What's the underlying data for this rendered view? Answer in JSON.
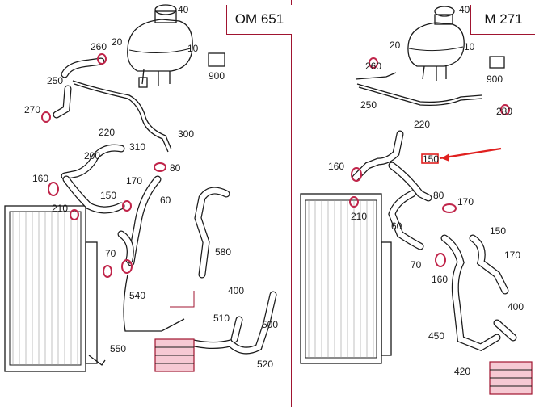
{
  "engines": {
    "left": "OM 651",
    "right": "M 271"
  },
  "left_labels": [
    {
      "id": "40",
      "text": "40"
    },
    {
      "id": "20",
      "text": "20"
    },
    {
      "id": "260",
      "text": "260"
    },
    {
      "id": "10",
      "text": "10"
    },
    {
      "id": "900",
      "text": "900"
    },
    {
      "id": "250",
      "text": "250"
    },
    {
      "id": "270",
      "text": "270"
    },
    {
      "id": "220",
      "text": "220"
    },
    {
      "id": "300",
      "text": "300"
    },
    {
      "id": "310",
      "text": "310"
    },
    {
      "id": "200",
      "text": "200"
    },
    {
      "id": "80",
      "text": "80"
    },
    {
      "id": "160",
      "text": "160"
    },
    {
      "id": "170",
      "text": "170"
    },
    {
      "id": "150",
      "text": "150"
    },
    {
      "id": "60",
      "text": "60"
    },
    {
      "id": "210",
      "text": "210"
    },
    {
      "id": "580",
      "text": "580"
    },
    {
      "id": "70",
      "text": "70"
    },
    {
      "id": "540",
      "text": "540"
    },
    {
      "id": "400",
      "text": "400"
    },
    {
      "id": "510",
      "text": "510"
    },
    {
      "id": "500",
      "text": "500"
    },
    {
      "id": "550",
      "text": "550"
    },
    {
      "id": "520",
      "text": "520"
    }
  ],
  "right_labels": [
    {
      "id": "40",
      "text": "40"
    },
    {
      "id": "20",
      "text": "20"
    },
    {
      "id": "260",
      "text": "260"
    },
    {
      "id": "10",
      "text": "10"
    },
    {
      "id": "900",
      "text": "900"
    },
    {
      "id": "250",
      "text": "250"
    },
    {
      "id": "280",
      "text": "280"
    },
    {
      "id": "220",
      "text": "220"
    },
    {
      "id": "150_hl",
      "text": "150"
    },
    {
      "id": "160",
      "text": "160"
    },
    {
      "id": "80",
      "text": "80"
    },
    {
      "id": "170",
      "text": "170"
    },
    {
      "id": "210",
      "text": "210"
    },
    {
      "id": "60",
      "text": "60"
    },
    {
      "id": "150",
      "text": "150"
    },
    {
      "id": "170b",
      "text": "170"
    },
    {
      "id": "70",
      "text": "70"
    },
    {
      "id": "160b",
      "text": "160"
    },
    {
      "id": "400",
      "text": "400"
    },
    {
      "id": "450",
      "text": "450"
    },
    {
      "id": "420",
      "text": "420"
    }
  ],
  "colors": {
    "accent": "#a01430",
    "ring": "#c0254a",
    "highlight_arrow": "#e0201f",
    "cooler": "#f6c9d3"
  }
}
